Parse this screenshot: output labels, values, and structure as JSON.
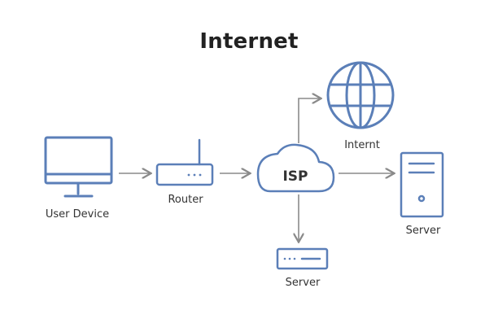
{
  "title": "Internet",
  "nodes": {
    "user_device": "User Device",
    "router": "Router",
    "isp": "ISP",
    "internet": "Internt",
    "server_right": "Server",
    "server_bottom": "Server"
  },
  "colors": {
    "icon_stroke": "#5b7fb8",
    "arrow": "#8a8a8a",
    "text": "#333333",
    "title": "#222222"
  }
}
